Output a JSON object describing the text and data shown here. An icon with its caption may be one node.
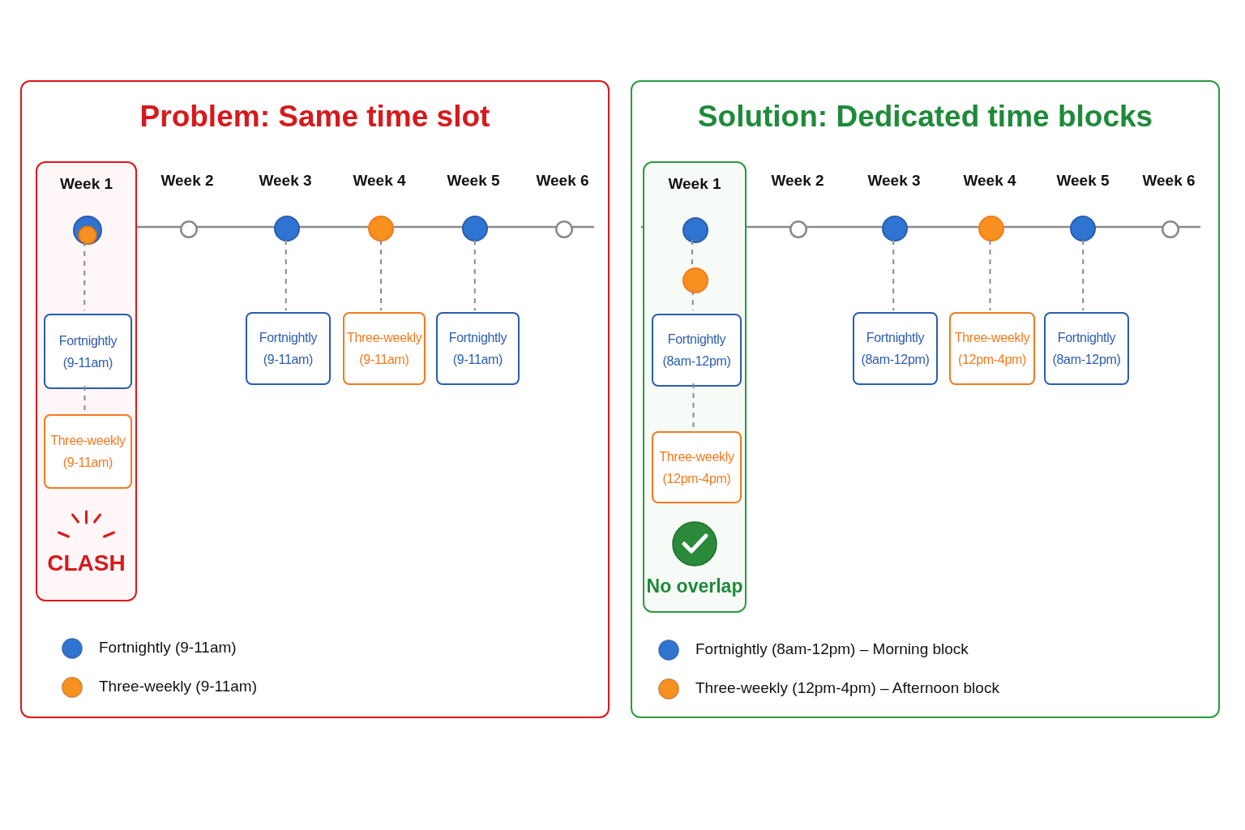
{
  "diagram": {
    "nodes": [
      {
        "text": [
          "Problem: Same time slot"
        ]
      },
      {
        "text": [
          "Week 1",
          "CLASH"
        ],
        "in": 0
      },
      {
        "text": [],
        "shape": "circle",
        "in": 1
      },
      {
        "text": [
          "Fortnightly (9-11am)"
        ],
        "in": 1
      },
      {
        "text": [
          "Three-weekly (9-11am)"
        ],
        "in": 1
      },
      {
        "text": [],
        "shape": "circle",
        "in": 0
      },
      {
        "text": [],
        "shape": "circle",
        "in": 0
      },
      {
        "text": [
          "Fortnightly (9-11am)"
        ],
        "in": 0
      },
      {
        "text": [],
        "shape": "circle",
        "in": 0
      },
      {
        "text": [
          "Three-weekly (9-11am)"
        ],
        "in": 0
      },
      {
        "text": [],
        "shape": "circle",
        "in": 0
      },
      {
        "text": [
          "Fortnightly (9-11am)"
        ],
        "in": 0
      },
      {
        "text": [],
        "shape": "circle",
        "in": 0
      },
      {
        "text": [
          "Solution: Dedicated time blocks"
        ]
      },
      {
        "text": [
          "Week 1",
          "No overlap"
        ],
        "in": 13
      },
      {
        "text": [],
        "shape": "circle",
        "in": 14
      },
      {
        "text": [],
        "shape": "circle",
        "in": 14
      },
      {
        "text": [
          "Fortnightly (8am-12pm)"
        ],
        "in": 14
      },
      {
        "text": [
          "Three-weekly (12pm-4pm)"
        ],
        "in": 14
      },
      {
        "text": [],
        "shape": "circle",
        "in": 13
      },
      {
        "text": [],
        "shape": "circle",
        "in": 13
      },
      {
        "text": [
          "Fortnightly (8am-12pm)"
        ],
        "in": 13
      },
      {
        "text": [],
        "shape": "circle",
        "in": 13
      },
      {
        "text": [
          "Three-weekly (12pm-4pm)"
        ],
        "in": 13
      },
      {
        "text": [],
        "shape": "circle",
        "in": 13
      },
      {
        "text": [
          "Fortnightly (8am-12pm)"
        ],
        "in": 13
      },
      {
        "text": [],
        "shape": "circle",
        "in": 13
      }
    ],
    "edges": [
      {
        "from": 2,
        "to": 3,
        "arrow": "none",
        "style": "dashed"
      },
      {
        "from": 3,
        "to": 4,
        "arrow": "none",
        "style": "dashed"
      },
      {
        "from": 6,
        "to": 7,
        "arrow": "none",
        "style": "dashed"
      },
      {
        "from": 8,
        "to": 9,
        "arrow": "none",
        "style": "dashed"
      },
      {
        "from": 10,
        "to": 11,
        "arrow": "none",
        "style": "dashed"
      },
      {
        "from": 15,
        "to": 16,
        "arrow": "none",
        "style": "dashed"
      },
      {
        "from": 16,
        "to": 17,
        "arrow": "none",
        "style": "dashed"
      },
      {
        "from": 17,
        "to": 18,
        "arrow": "none",
        "style": "dashed"
      },
      {
        "from": 20,
        "to": 21,
        "arrow": "none",
        "style": "dashed"
      },
      {
        "from": 22,
        "to": 23,
        "arrow": "none",
        "style": "dashed"
      },
      {
        "from": 24,
        "to": 25,
        "arrow": "none",
        "style": "dashed"
      }
    ],
    "labels": [
      "Week 2",
      "Week 3",
      "Week 4",
      "Week 5",
      "Week 6",
      "Week 2",
      "Week 3",
      "Week 4",
      "Week 5",
      "Week 6"
    ],
    "legend": [
      {
        "text": "Fortnightly (9-11am)",
        "color": "#2f74d0"
      },
      {
        "text": "Three-weekly (9-11am)",
        "color": "#f7901e"
      },
      {
        "text": "Fortnightly (8am-12pm) – Morning block",
        "color": "#2f74d0"
      },
      {
        "text": "Three-weekly (12pm-4pm) – Afternoon block",
        "color": "#f7901e"
      }
    ]
  }
}
